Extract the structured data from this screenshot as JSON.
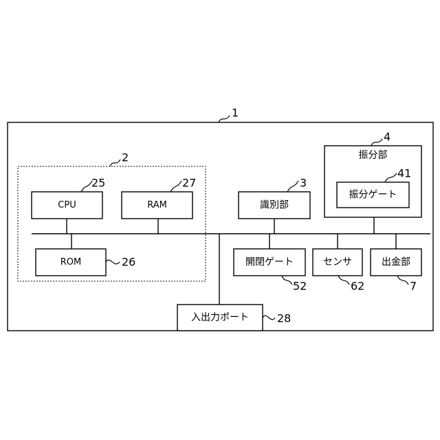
{
  "refs": {
    "device": "1",
    "controller": "2",
    "identification": "3",
    "sorting": "4",
    "exit": "7",
    "cpu": "25",
    "rom": "26",
    "ram": "27",
    "io_port": "28",
    "sorting_gate": "41",
    "open_close_gate": "52",
    "sensor": "62"
  },
  "labels": {
    "cpu": "CPU",
    "ram": "RAM",
    "rom": "ROM",
    "identification": "識別部",
    "sorting": "振分部",
    "sorting_gate": "振分ゲート",
    "open_close_gate": "開閉ゲート",
    "sensor": "センサ",
    "exit": "出金部",
    "io_port": "入出力ポート"
  }
}
